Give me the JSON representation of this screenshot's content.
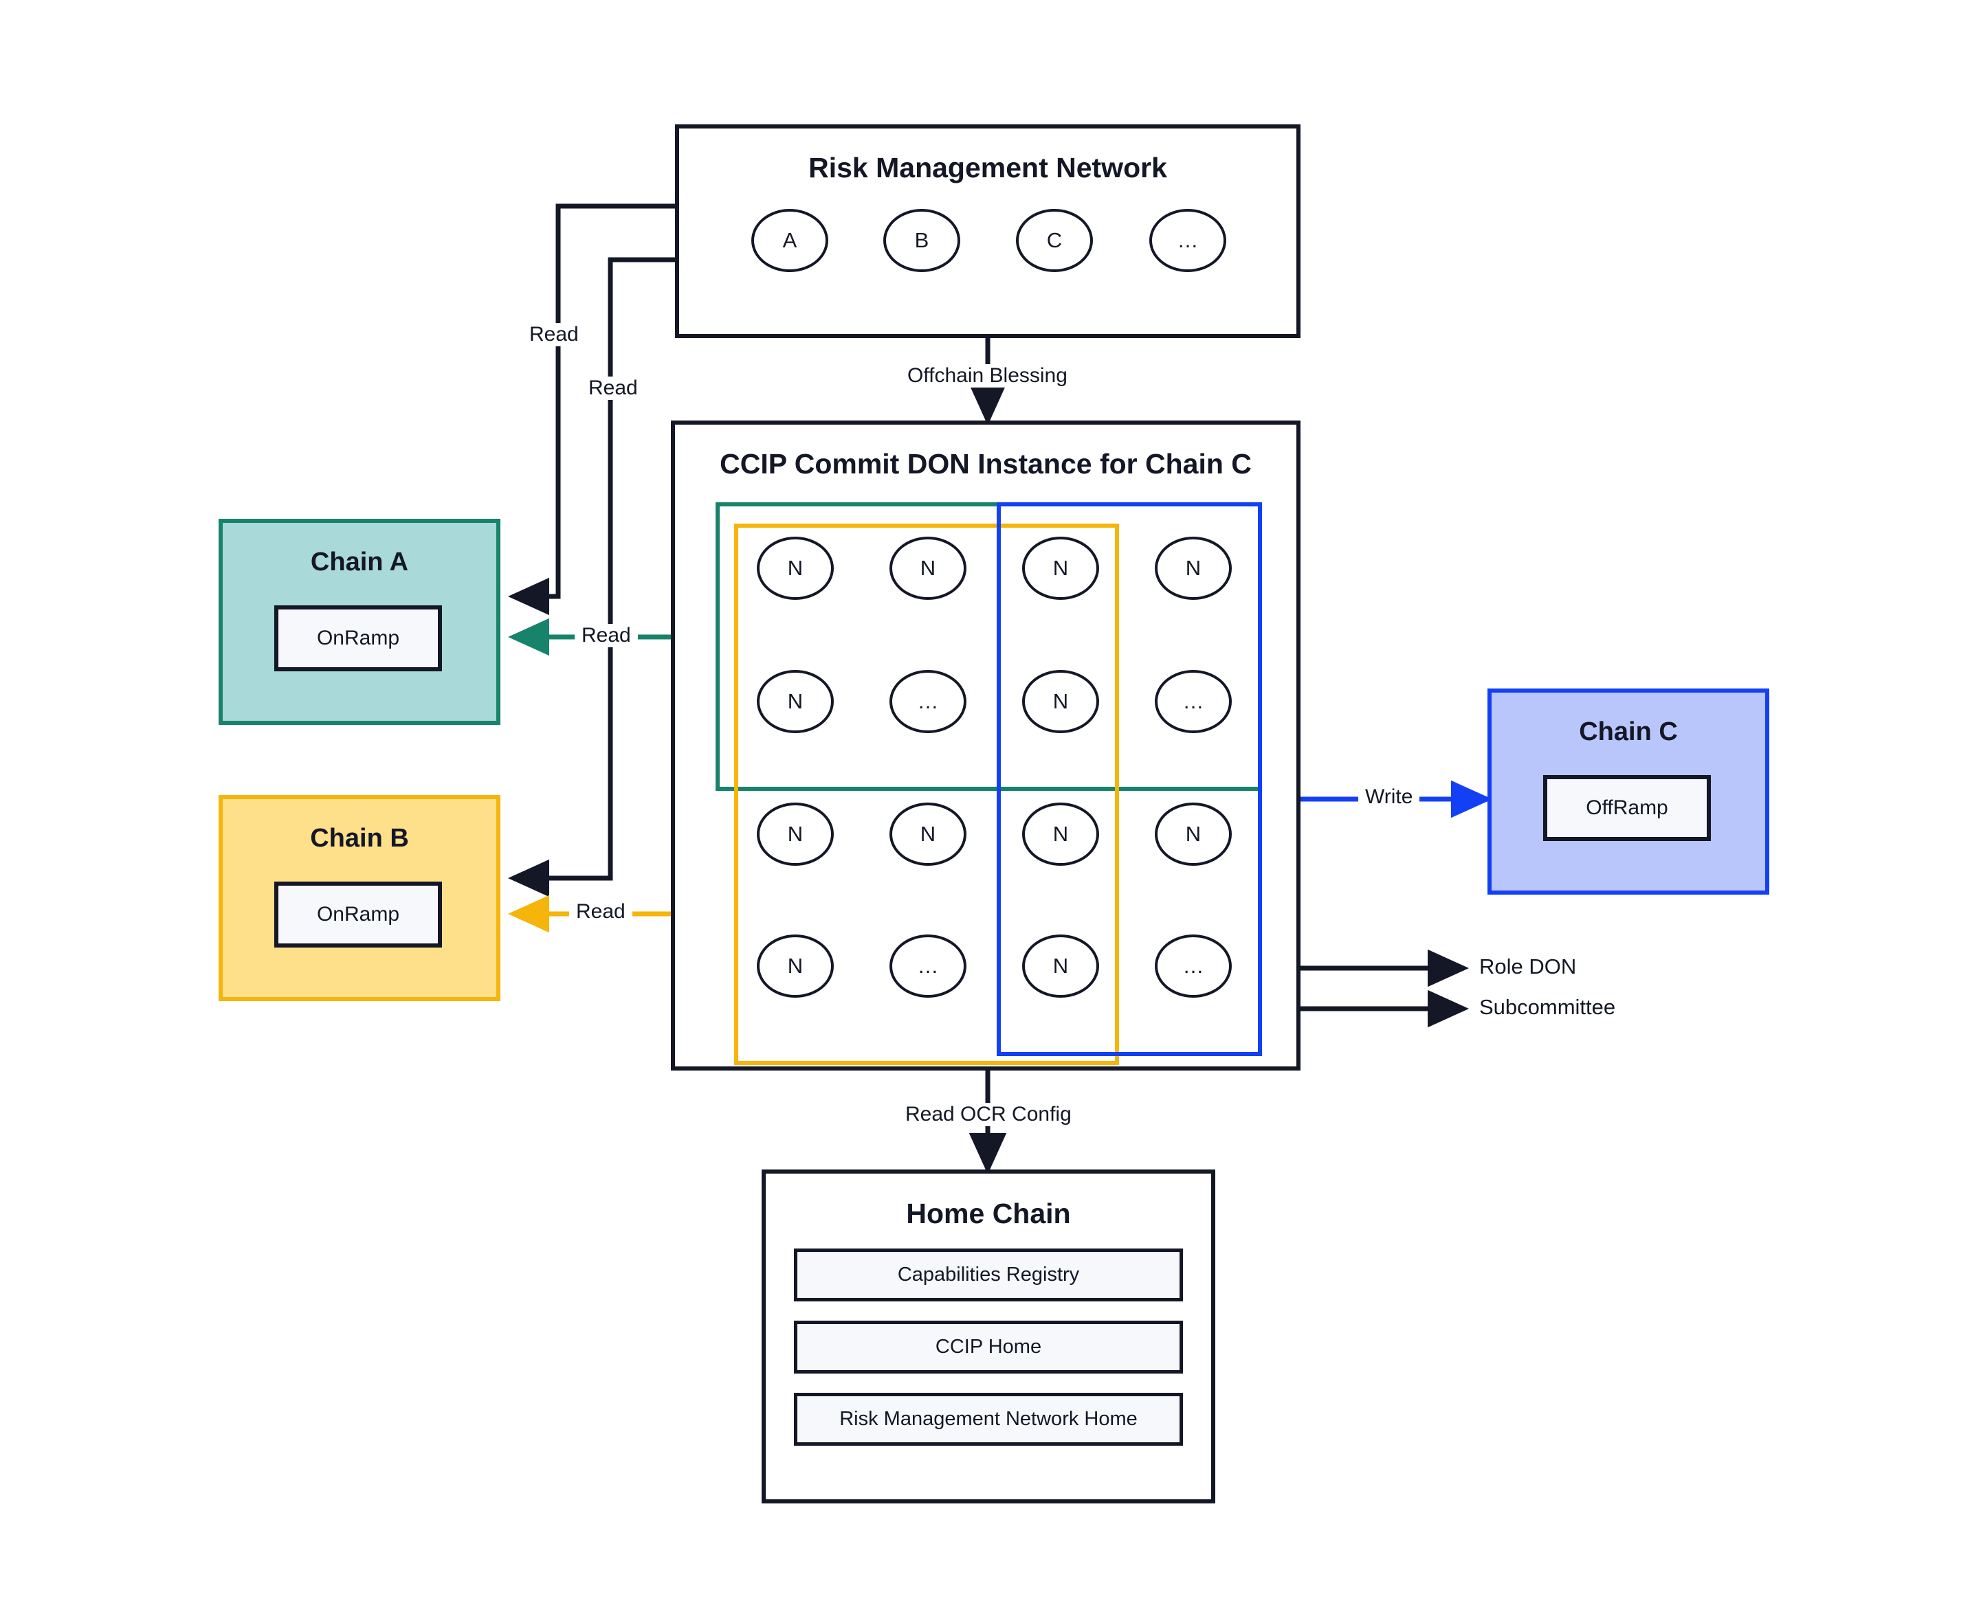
{
  "diagram": {
    "title_rmn": "Risk Management Network",
    "title_don": "CCIP Commit DON Instance for Chain C",
    "title_home": "Home Chain"
  },
  "rmn": {
    "label": "Risk Management Network",
    "nodes": [
      "A",
      "B",
      "C",
      "…"
    ]
  },
  "don": {
    "label": "CCIP Commit DON Instance for Chain C",
    "grid": [
      [
        "N",
        "N",
        "N",
        "N"
      ],
      [
        "N",
        "…",
        "N",
        "…"
      ],
      [
        "N",
        "N",
        "N",
        "N"
      ],
      [
        "N",
        "…",
        "N",
        "…"
      ]
    ]
  },
  "chains": {
    "a": {
      "label": "Chain A",
      "ramp": "OnRamp",
      "fill": "#a9d9d9",
      "stroke": "#17836b"
    },
    "b": {
      "label": "Chain B",
      "ramp": "OnRamp",
      "fill": "#ffe08a",
      "stroke": "#f5b50a"
    },
    "c": {
      "label": "Chain C",
      "ramp": "OffRamp",
      "fill": "#b9c6fb",
      "stroke": "#1340f5"
    }
  },
  "home": {
    "label": "Home Chain",
    "items": [
      "Capabilities Registry",
      "CCIP Home",
      "Risk Management Network Home"
    ]
  },
  "edges": {
    "read_a_black": "Read",
    "read_b_black": "Read",
    "offchain_blessing": "Offchain Blessing",
    "read_a_teal": "Read",
    "read_b_yellow": "Read",
    "write_c": "Write",
    "read_ocr_config": "Read OCR Config"
  },
  "legend": {
    "role_don": "Role DON",
    "subcommittee": "Subcommittee"
  },
  "colors": {
    "ink": "#131726",
    "teal": "#17836b",
    "yellow": "#f5b50a",
    "blue": "#1340f5",
    "panel": "#f7f8fc"
  }
}
